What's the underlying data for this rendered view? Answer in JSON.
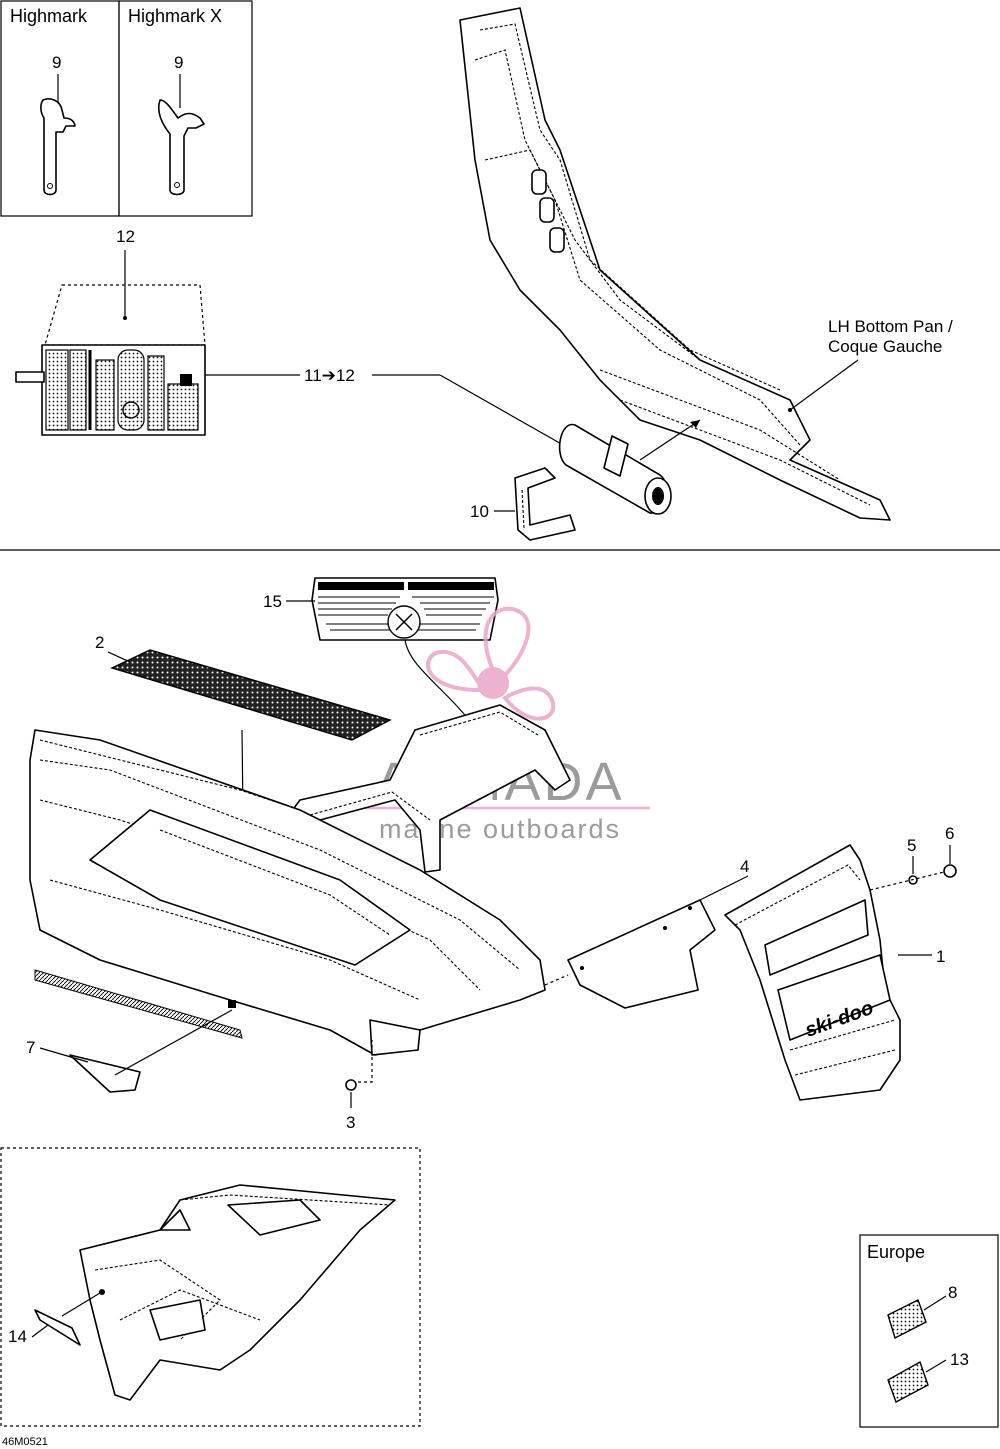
{
  "callouts": {
    "n1": "1",
    "n2": "2",
    "n3": "3",
    "n4": "4",
    "n5": "5",
    "n6": "6",
    "n7": "7",
    "n8": "8",
    "n9a": "9",
    "n9b": "9",
    "n10": "10",
    "n11_12": "11➔12",
    "n12": "12",
    "n13": "13",
    "n14": "14",
    "n15": "15"
  },
  "boxes": {
    "highmark": "Highmark",
    "highmark_x": "Highmark X",
    "europe": "Europe"
  },
  "labels": {
    "lh_bottom_pan_line1": "LH Bottom Pan /",
    "lh_bottom_pan_line2": "Coque Gauche"
  },
  "watermark": {
    "brand": "ARMADA",
    "tagline": "marine outboards",
    "color_pink": "#e8a6c8",
    "color_gray": "#8a8a8a"
  },
  "footer": {
    "code": "46M0521"
  },
  "decal": {
    "brand": "ski-doo"
  }
}
